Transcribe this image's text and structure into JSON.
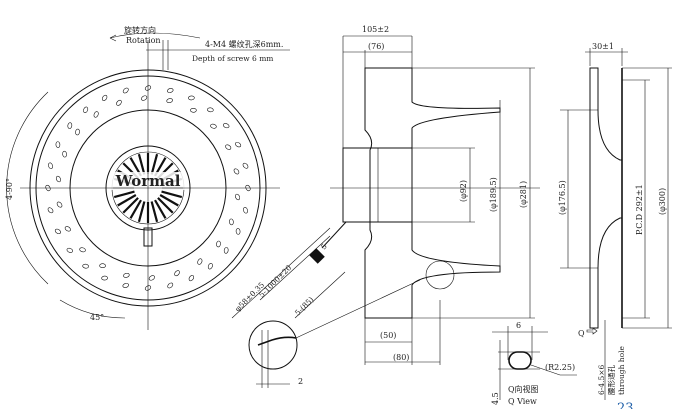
{
  "front_view": {
    "rotation_cn": "旋转方向",
    "rotation_en": "Rotation",
    "screw_cn": "4-M4 螺纹孔深6mm.",
    "screw_en": "Depth of screw 6 mm",
    "angle_4x90": "4-90°",
    "angle_45": "45°",
    "cable_dia": "φ58±0.35",
    "cable_length": "5-1000±20",
    "cable_85": "5-(85)",
    "cable_5": "5",
    "logo": "Wormal"
  },
  "side_view": {
    "width_total": "105±2",
    "width_76": "(76)",
    "dia_92": "(φ92)",
    "dia_189": "(φ189.5)",
    "dia_281": "(φ281)",
    "dim_50": "(50)",
    "dim_80": "(80)"
  },
  "detail": {
    "dim_2": "2"
  },
  "q_view": {
    "dim_6": "6",
    "radius": "(R2.25)",
    "dim_45": "4.5",
    "title_cn": "Q向视图",
    "title_en": "Q View"
  },
  "right_view": {
    "width": "30±1",
    "dia_176": "(φ176.5)",
    "pcd": "P.C.D 292±1",
    "dia_300": "(φ300)",
    "q_label": "Q",
    "hole_spec": "6-4.5×6",
    "hole_cn": "腰形通孔",
    "hole_en": "through hole",
    "page_mark": "23"
  },
  "colors": {
    "line": "#111111",
    "page_mark": "#1f5fa8"
  }
}
